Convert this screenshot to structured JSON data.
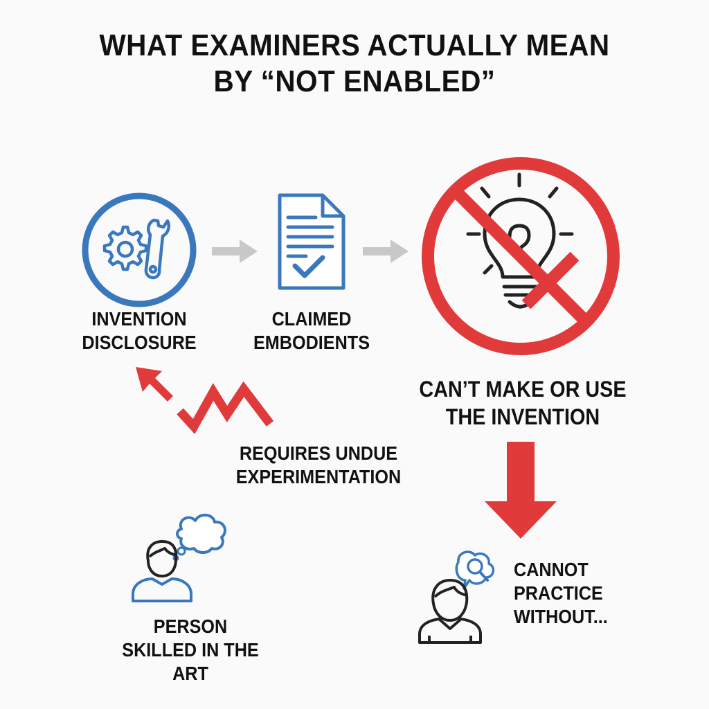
{
  "title": {
    "line1": "WHAT EXAMINERS ACTUALLY MEAN",
    "line2": "BY “NOT ENABLED”"
  },
  "nodes": {
    "invention_disclosure": {
      "line1": "INVENTION",
      "line2": "DISCLOSURE",
      "icon": "gear-wrench-icon"
    },
    "claimed_embodiments": {
      "line1": "CLAIMED",
      "line2": "EMBODIENTS",
      "icon": "document-check-icon"
    },
    "cant_make_or_use": {
      "line1": "CAN’T MAKE OR USE",
      "line2": "THE INVENTION",
      "icon": "prohibited-lightbulb-icon"
    },
    "undue_experimentation": {
      "line1": "REQUIRES UNDUE",
      "line2": "EXPERIMENTATION",
      "icon": "zigzag-arrow-icon"
    },
    "person_skilled": {
      "line1": "PERSON",
      "line2": "SKILLED IN THE ART",
      "icon": "person-thinking-icon"
    },
    "cannot_practice": {
      "line1": "CANNOT",
      "line2": "PRACTICE",
      "line3": "WITHOUT...",
      "icon": "person-search-icon"
    }
  },
  "colors": {
    "blue": "#3a78bd",
    "red": "#e03a3a",
    "gray_arrow": "#c8c8c8",
    "text": "#111111",
    "background": "#fafafa"
  }
}
